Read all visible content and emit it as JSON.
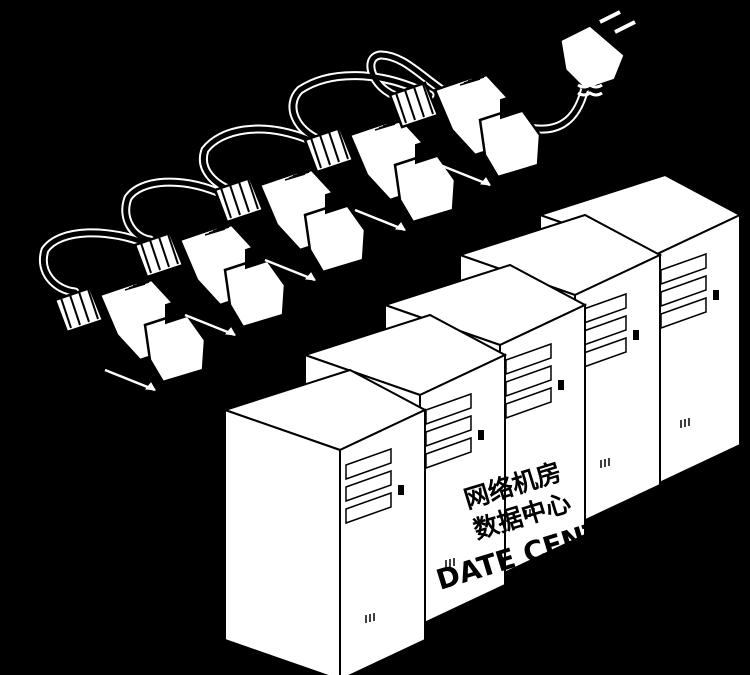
{
  "labels": {
    "line1": "网络机房",
    "line2": "数据中心",
    "line3": "DATE CENTER"
  },
  "colors": {
    "background": "#000000",
    "stroke": "#000000",
    "fill": "#ffffff",
    "cable": "#ffffff"
  },
  "icons": [
    "power-plug-icon",
    "c13-connector-icon",
    "server-tower-icon",
    "arrow-icon"
  ]
}
